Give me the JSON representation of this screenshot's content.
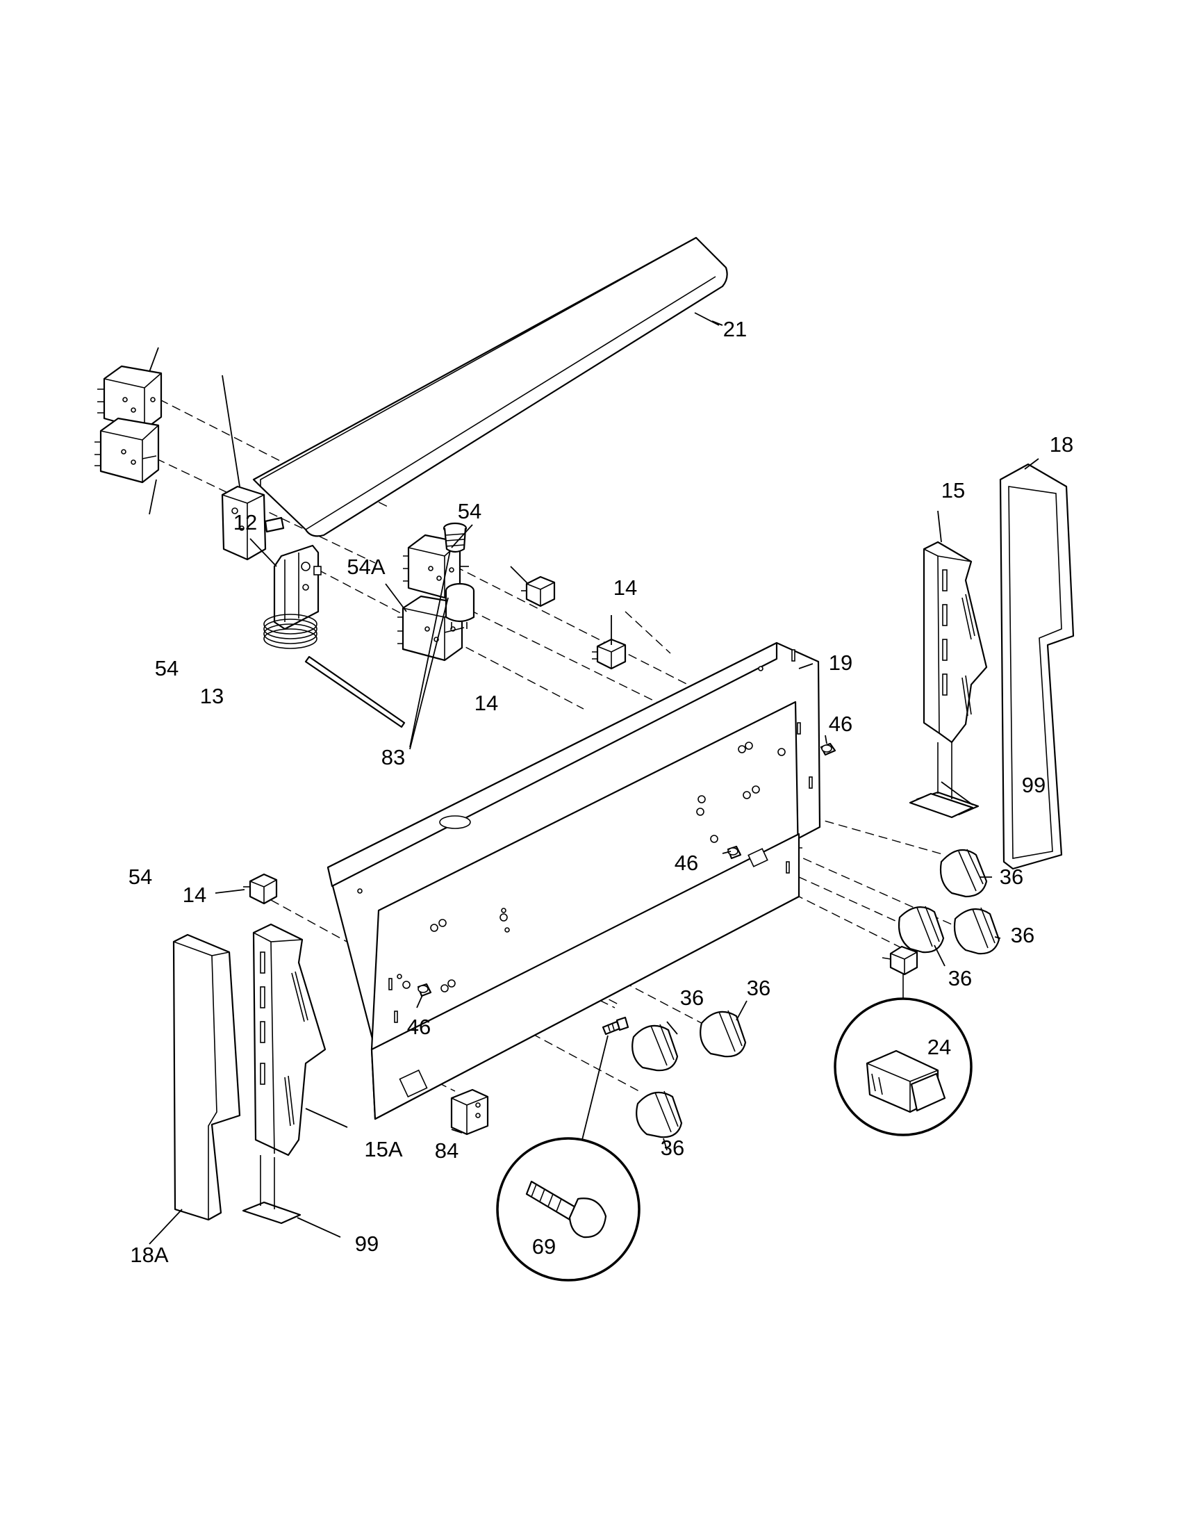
{
  "callouts": {
    "c21": "21",
    "c12": "12",
    "c54_top": "54",
    "c54a": "54A",
    "c14_top": "14",
    "c19": "19",
    "c15": "15",
    "c18": "18",
    "c54_left_top": "54",
    "c13": "13",
    "c14_mid": "14",
    "c83": "83",
    "c46_right_top": "46",
    "c99_right": "99",
    "c54_left_bottom": "54",
    "c46_right_mid": "46",
    "c36_r1": "36",
    "c14_left": "14",
    "c36_r2": "36",
    "c36_r3": "36",
    "c36_mid1": "36",
    "c36_mid2": "36",
    "c46_left": "46",
    "c24": "24",
    "c15a": "15A",
    "c84": "84",
    "c36_bottom": "36",
    "c69": "69",
    "c99_left": "99",
    "c18a": "18A"
  }
}
